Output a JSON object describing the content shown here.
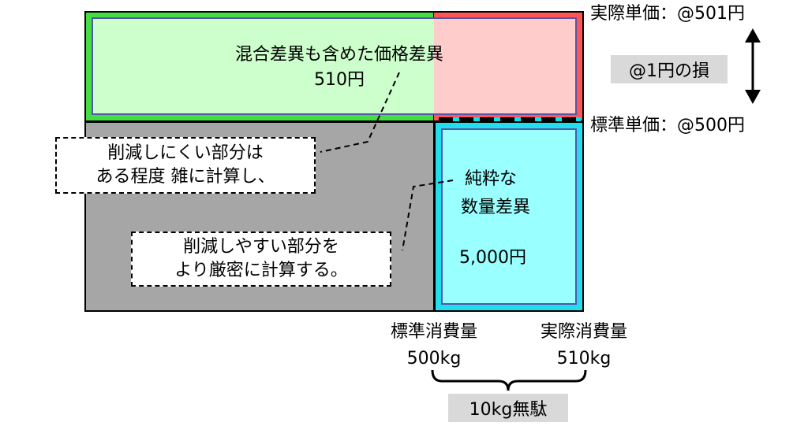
{
  "price_variance": {
    "line1": "混合差異も含めた価格差異",
    "line2": "510円"
  },
  "quantity_variance": {
    "line1": "純粋な",
    "line2": "数量差異",
    "amount": "5,000円"
  },
  "callout_hard": {
    "line1": "削減しにくい部分は",
    "line2": "ある程度 雑に計算し、"
  },
  "callout_easy": {
    "line1": "削減しやすい部分を",
    "line2": "より厳密に計算する。"
  },
  "actual_price_label": "実際単価：@501円",
  "standard_price_label": "標準単価：@500円",
  "price_loss_label": "@1円の損",
  "standard_qty": {
    "label": "標準消費量",
    "value": "500kg"
  },
  "actual_qty": {
    "label": "実際消費量",
    "value": "510kg"
  },
  "waste_label": "10kg無駄",
  "colors": {
    "green_fill": "#ccffcc",
    "green_border": "#44dd44",
    "pink_fill": "#ffcccc",
    "red_border": "#ff5555",
    "gray_fill": "#a6a6a6",
    "cyan_fill": "#99ffff",
    "cyan_border": "#22ddee",
    "label_bg": "#d9d9d9"
  }
}
